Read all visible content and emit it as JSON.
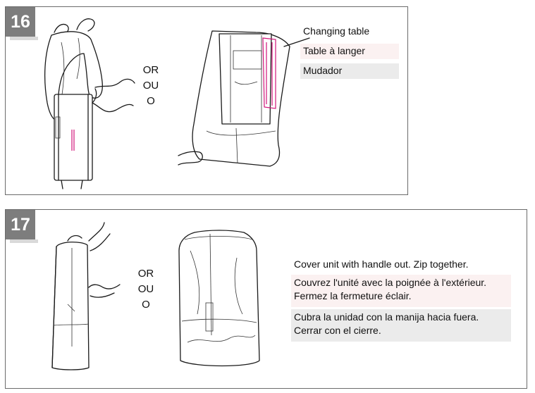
{
  "step16": {
    "number": "16",
    "or_labels": [
      "OR",
      "OU",
      "O"
    ],
    "labels": {
      "en": "Changing table",
      "fr": "Table à langer",
      "es": "Mudador"
    }
  },
  "step17": {
    "number": "17",
    "or_labels": [
      "OR",
      "OU",
      "O"
    ],
    "instructions": {
      "en": "Cover unit with handle out. Zip together.",
      "fr_line1": "Couvrez l'unité avec la poignée à l'extérieur.",
      "fr_line2": "Fermez la fermeture éclair.",
      "es_line1": "Cubra la unidad con la manija hacia fuera.",
      "es_line2": "Cerrar con el cierre."
    }
  },
  "colors": {
    "badge": "#7d7d7d",
    "highlight_pink": "#fbf1f1",
    "highlight_grey": "#ebebeb",
    "accent_magenta": "#d0157a"
  }
}
